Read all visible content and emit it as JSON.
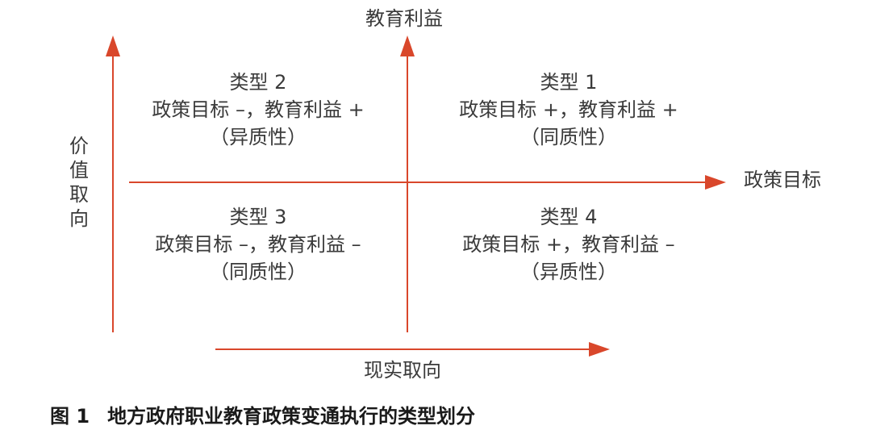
{
  "axes": {
    "top_label": "教育利益",
    "right_label": "政策目标",
    "left_label": "价值取向",
    "bottom_label": "现实取向"
  },
  "quadrants": {
    "q1": {
      "title": "类型 1",
      "formula": "政策目标 +，教育利益 +",
      "note": "（同质性）"
    },
    "q2": {
      "title": "类型 2",
      "formula": "政策目标 –，教育利益 +",
      "note": "（异质性）"
    },
    "q3": {
      "title": "类型 3",
      "formula": "政策目标 –，教育利益 –",
      "note": "（同质性）"
    },
    "q4": {
      "title": "类型 4",
      "formula": "政策目标 +，教育利益 –",
      "note": "（异质性）"
    }
  },
  "caption": {
    "number": "图 1",
    "text": "地方政府职业教育政策变通执行的类型划分"
  },
  "colors": {
    "arrow": "#d9472b",
    "text": "#3a3a3a"
  }
}
